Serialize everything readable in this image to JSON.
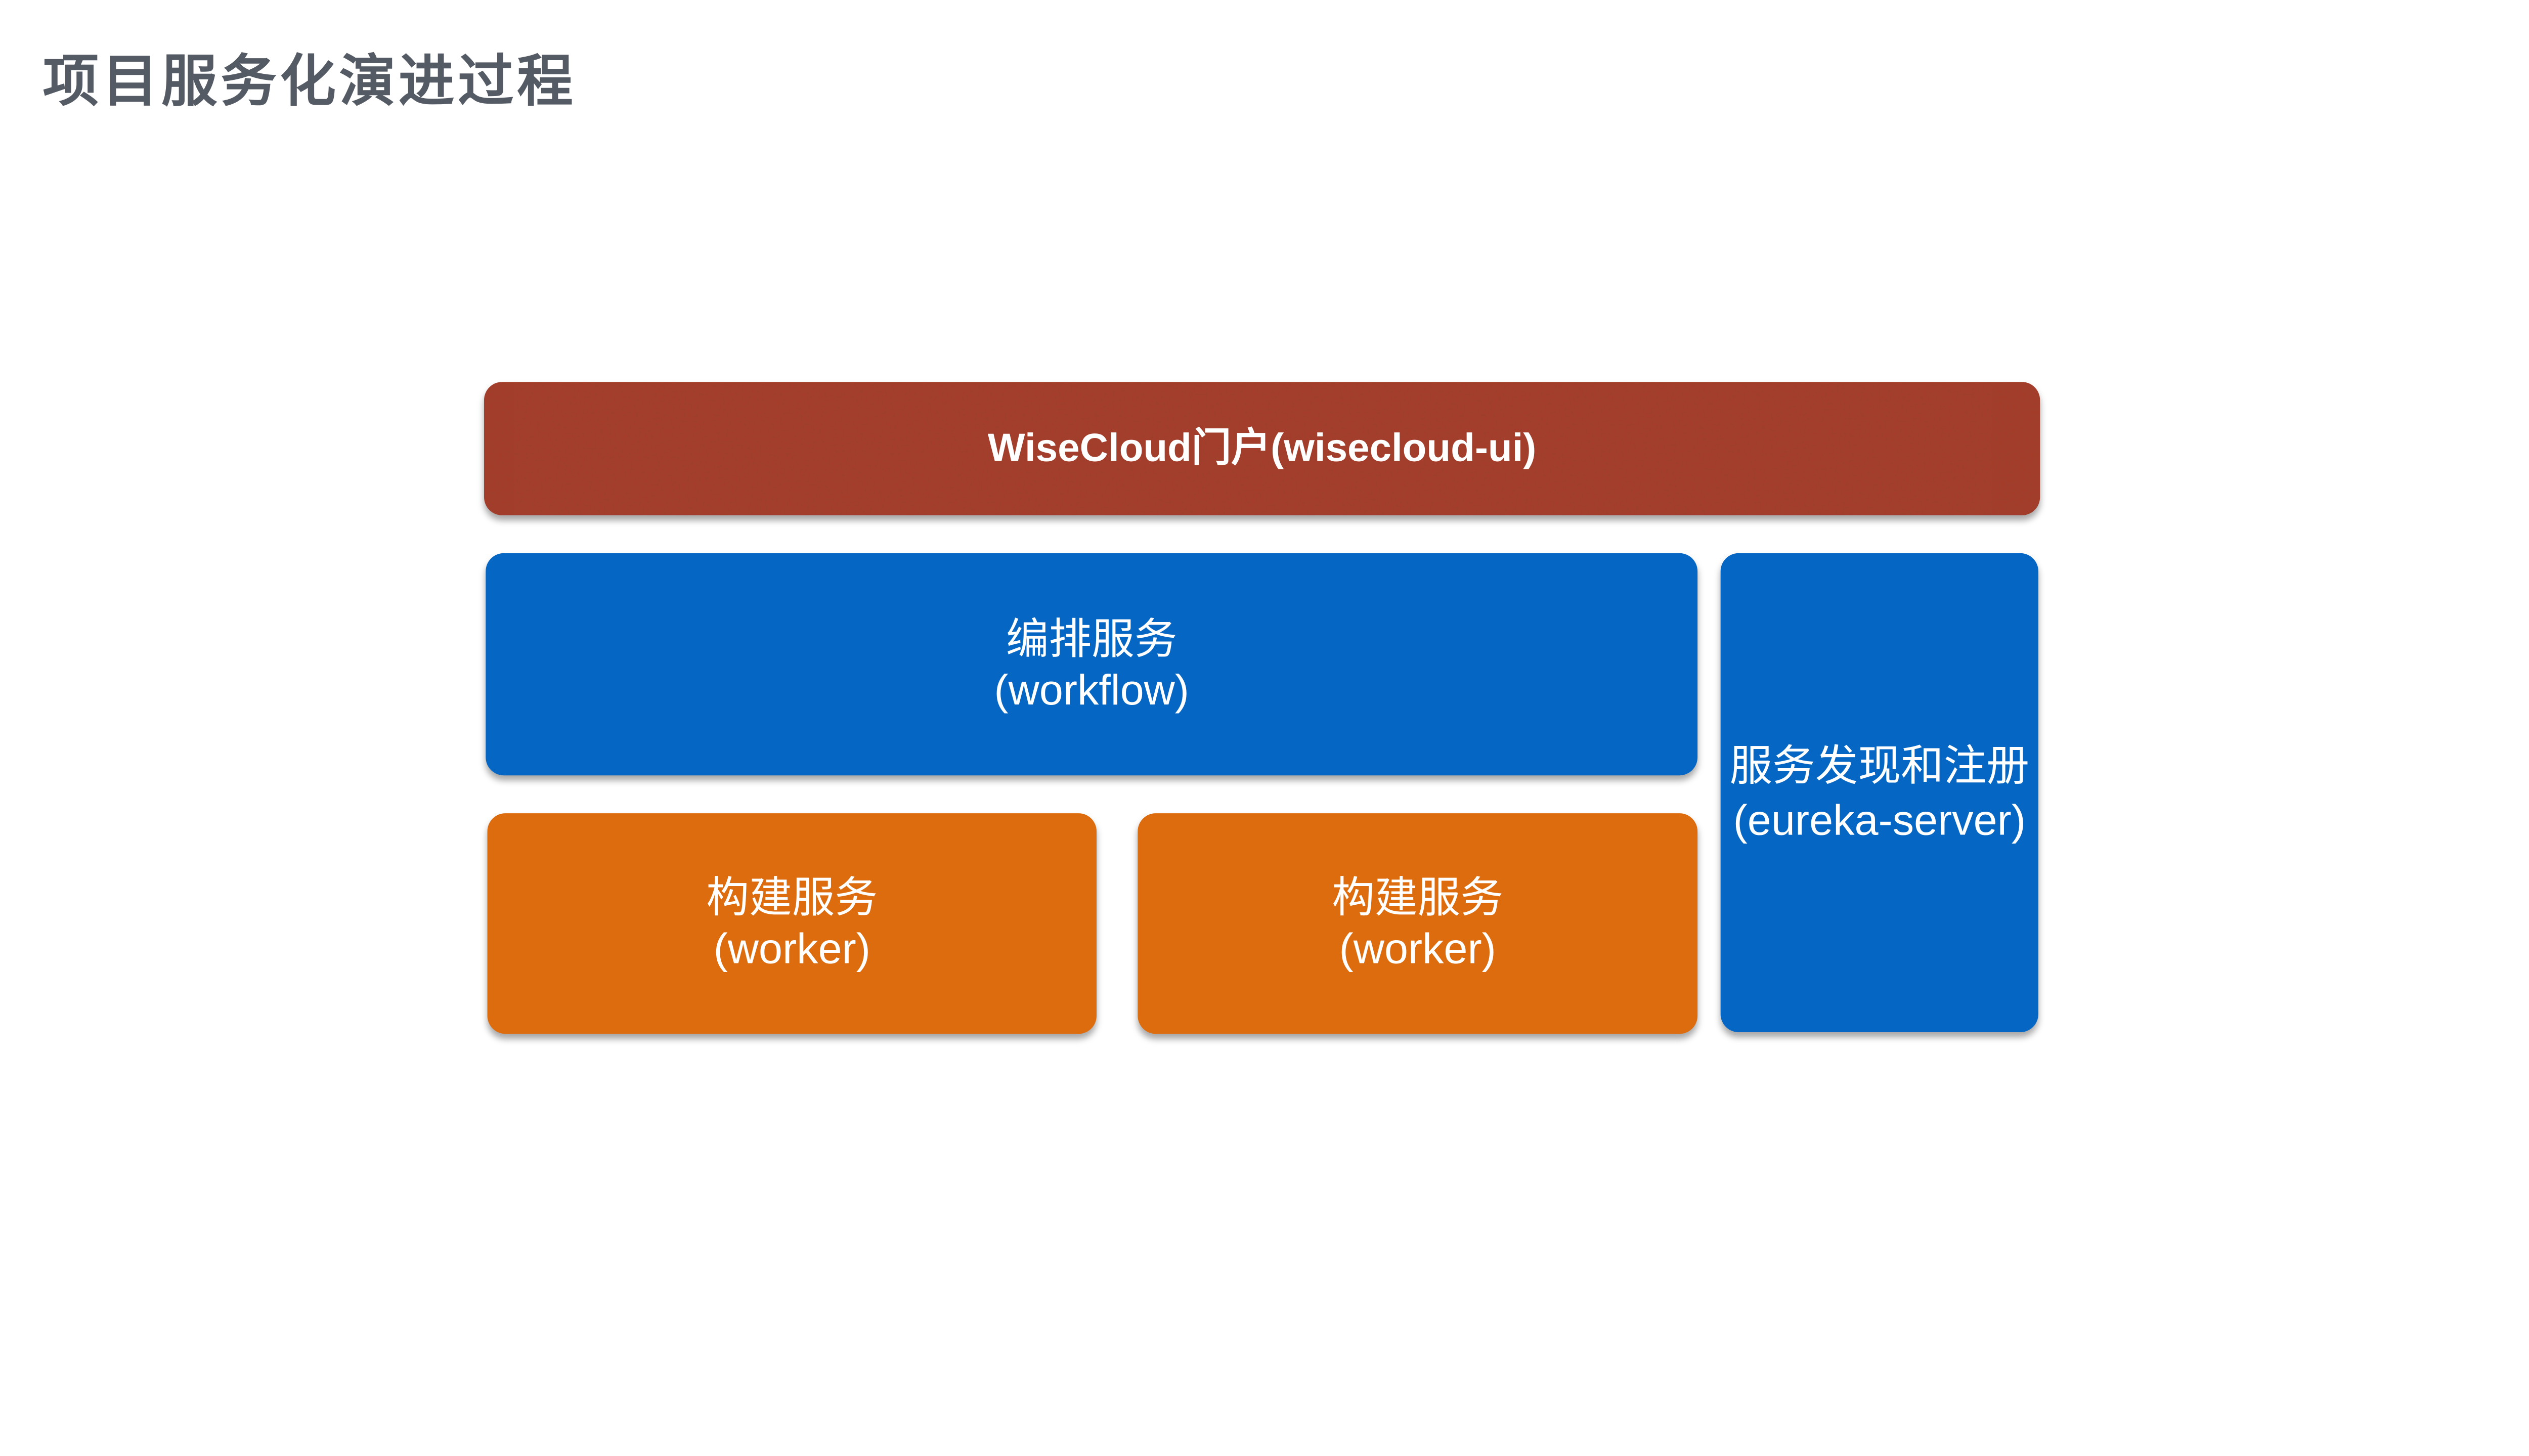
{
  "page": {
    "title": "项目服务化演进过程"
  },
  "colors": {
    "background": "#FFFFFF",
    "title_text": "#555B64",
    "portal_red": "#A73D2A",
    "service_blue": "#0666C4",
    "worker_orange": "#DC6C0E",
    "box_text": "#FFFFFF"
  },
  "nodes": {
    "portal": {
      "label": "WiseCloud门户(wisecloud-ui)"
    },
    "workflow": {
      "line1": "编排服务",
      "line2": "(workflow)"
    },
    "eureka": {
      "line1": "服务发现和注册",
      "line2": "(eureka-server)"
    },
    "worker_left": {
      "line1": "构建服务",
      "line2": "(worker)"
    },
    "worker_right": {
      "line1": "构建服务",
      "line2": "(worker)"
    }
  }
}
